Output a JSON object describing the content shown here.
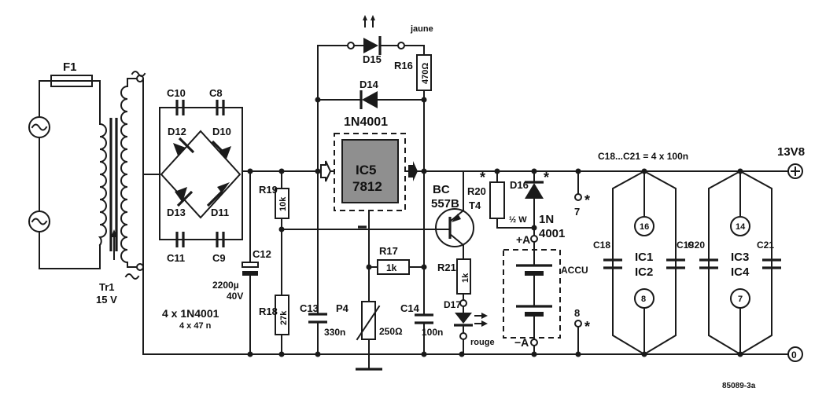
{
  "diagram": {
    "output_voltage_label": "13V8",
    "ground_label": "0",
    "transformer": {
      "ref": "Tr1",
      "voltage": "15 V"
    },
    "fuse": {
      "ref": "F1"
    },
    "bridge": {
      "diodes": [
        "D12",
        "D10",
        "D13",
        "D11"
      ],
      "capacitors": [
        "C10",
        "C8",
        "C11",
        "C9"
      ],
      "diode_type": "4 x 1N4001",
      "cap_type": "4 x 47 n"
    },
    "c12": {
      "ref": "C12",
      "value": "2200µ",
      "voltage": "40V"
    },
    "r19": {
      "ref": "R19",
      "value": "10k"
    },
    "r18": {
      "ref": "R18",
      "value": "27k"
    },
    "c13": {
      "ref": "C13",
      "value": "330n"
    },
    "p4": {
      "ref": "P4",
      "value": "250Ω"
    },
    "c14": {
      "ref": "C14",
      "value": "100n"
    },
    "ic5": {
      "ref": "IC5",
      "type": "7812"
    },
    "d15": {
      "ref": "D15",
      "color": "jaune"
    },
    "r16": {
      "ref": "R16",
      "value": "470Ω"
    },
    "d14": {
      "ref": "D14",
      "type": "1N4001"
    },
    "t4": {
      "ref": "T4",
      "type_line1": "BC",
      "type_line2": "557B"
    },
    "r17": {
      "ref": "R17",
      "value": "1k"
    },
    "r21": {
      "ref": "R21",
      "value": "1k"
    },
    "d17": {
      "ref": "D17",
      "color": "rouge"
    },
    "r20": {
      "ref": "R20",
      "power": "½ W",
      "star": "*"
    },
    "d16": {
      "ref": "D16",
      "type_line1": "1N",
      "type_line2": "4001",
      "star": "*"
    },
    "accu": {
      "label": "ACCU",
      "plus": "+A",
      "minus": "−A"
    },
    "pins": {
      "p7": "7",
      "p8": "8",
      "star": "*"
    },
    "caps_note": "C18...C21 = 4 x 100n",
    "ic_groups": [
      {
        "top_pin": "16",
        "bottom_pin": "8",
        "ic_a": "IC1",
        "ic_b": "IC2",
        "cap_left": "C18",
        "cap_right": "C19"
      },
      {
        "top_pin": "14",
        "bottom_pin": "7",
        "ic_a": "IC3",
        "ic_b": "IC4",
        "cap_left": "C20",
        "cap_right": "C21"
      }
    ],
    "figure_code": "85089-3a"
  }
}
